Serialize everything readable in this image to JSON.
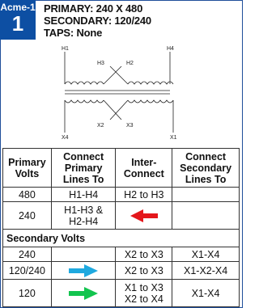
{
  "badge": {
    "name": "Acme-1",
    "number": "1"
  },
  "header": {
    "primary": "PRIMARY: 240 X 480",
    "secondary": "SECONDARY: 120/240",
    "taps": "TAPS: None"
  },
  "diagram": {
    "h1": "H1",
    "h2": "H2",
    "h3": "H3",
    "h4": "H4",
    "x1": "X1",
    "x2": "X2",
    "x3": "X3",
    "x4": "X4"
  },
  "table": {
    "headers": {
      "primary_volts": [
        "Primary",
        "Volts"
      ],
      "connect_primary": [
        "Connect",
        "Primary",
        "Lines To"
      ],
      "interconnect": [
        "Inter-",
        "Connect"
      ],
      "connect_secondary": [
        "Connect",
        "Secondary",
        "Lines To"
      ]
    },
    "primary_rows": [
      {
        "volts": "480",
        "lines": "H1-H4",
        "inter": "H2 to H3",
        "arrow": ""
      },
      {
        "volts": "240",
        "lines_1": "H1-H3 &",
        "lines_2": "H2-H4",
        "inter": "",
        "arrow": "red"
      }
    ],
    "secondary_title": "Secondary Volts",
    "secondary_rows": [
      {
        "volts": "240",
        "inter": "X2 to X3",
        "lines": "X1-X4",
        "arrow": ""
      },
      {
        "volts": "120/240",
        "inter": "X2 to X3",
        "lines": "X1-X2-X4",
        "arrow": "cyan"
      },
      {
        "volts": "120",
        "inter_1": "X1 to X3",
        "inter_2": "X2 to X4",
        "lines": "X1-X4",
        "arrow": "green"
      }
    ]
  },
  "colors": {
    "brand": "#0d4fa3",
    "red_arrow": "#e4161b",
    "cyan_arrow": "#1fa9df",
    "green_arrow": "#12c44e"
  }
}
